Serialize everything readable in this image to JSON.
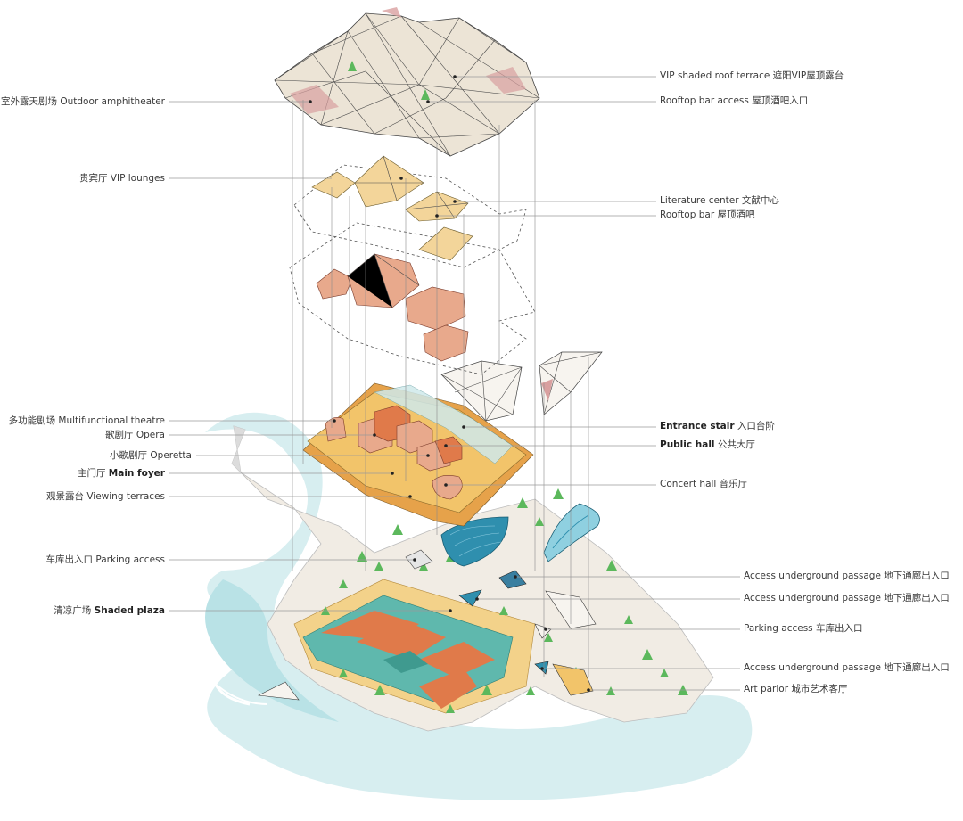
{
  "labels_left": {
    "outdoor_amphitheater": "室外露天剧场 Outdoor amphitheater",
    "vip_lounges": "贵宾厅 VIP lounges",
    "multifunctional_theatre": "多功能剧场 Multifunctional theatre",
    "opera": "歌剧厅 Opera",
    "operetta": "小歌剧厅 Operetta",
    "main_foyer_cn": "主门厅",
    "main_foyer_en": "Main foyer",
    "viewing_terraces": "观景露台 Viewing terraces",
    "parking_access_left": "车库出入口 Parking access",
    "shaded_plaza_cn": "清凉广场",
    "shaded_plaza_en": "Shaded plaza"
  },
  "labels_right": {
    "vip_roof_terrace": "VIP shaded roof terrace  遮阳VIP屋顶露台",
    "rooftop_bar_access": "Rooftop bar access 屋顶酒吧入口",
    "literature_center": "Literature center 文献中心",
    "rooftop_bar": "Rooftop bar 屋顶酒吧",
    "entrance_stair_en": "Entrance stair",
    "entrance_stair_cn": "入口台阶",
    "public_hall_en": "Public hall",
    "public_hall_cn": "公共大厅",
    "concert_hall": "Concert hall 音乐厅",
    "access_passage_1": "Access underground passage 地下通廊出入口",
    "access_passage_2": "Access underground passage 地下通廊出入口",
    "parking_access_right": "Parking access 车库出入口",
    "access_passage_3": "Access underground passage 地下通廊出入口",
    "art_parlor": "Art parlor 城市艺术客厅"
  },
  "colors": {
    "roof": "#ece4d6",
    "vip_lounge": "#f3d59a",
    "hall_volume": "#e8a98c",
    "podium": "#f2c46a",
    "podium_glass": "#cfe9ea",
    "concert_shell": "#2f8fae",
    "water": "#d7eef0",
    "water_deep": "#b9e2e6",
    "site": "#f1ece4",
    "plaza_teal": "#5fb8ad",
    "plaza_orange": "#e07a4a",
    "tree": "#5cb85c"
  }
}
